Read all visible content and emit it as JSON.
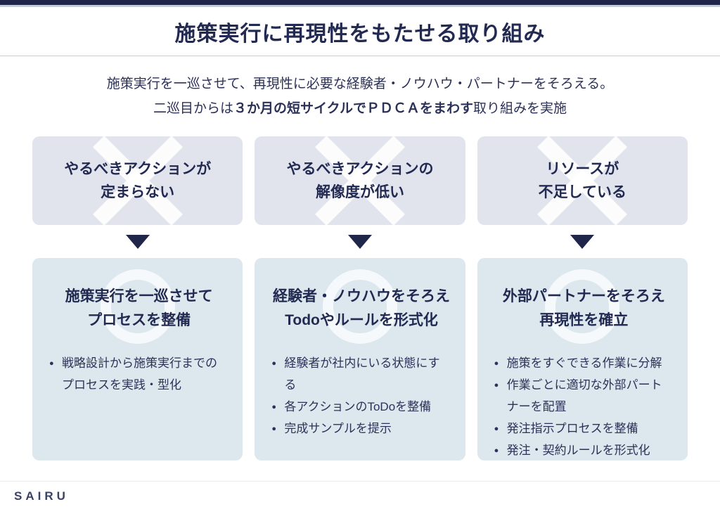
{
  "colors": {
    "navy": "#1f2649",
    "text_navy": "#232a52",
    "problem_box_bg": "#e1e4ed",
    "solution_box_bg": "#dce7ee",
    "watermark": "#ffffff",
    "topbar_border": "#c6cadd",
    "divider": "#cccccc"
  },
  "header": {
    "title": "施策実行に再現性をもたせる取り組み"
  },
  "intro": {
    "line1": "施策実行を一巡させて、再現性に必要な経験者・ノウハウ・パートナーをそろえる。",
    "line2_pre": "二巡目からは",
    "line2_bold": "３か月の短サイクルでＰＤＣＡをまわす",
    "line2_post": "取り組みを実施"
  },
  "icons": {
    "problem_mark": "x-cross",
    "solution_mark": "circle-ring",
    "arrow": "down-triangle"
  },
  "columns": [
    {
      "problem_lines": [
        "やるべきアクションが",
        "定まらない"
      ],
      "solution_lines": [
        "施策実行を一巡させて",
        "プロセスを整備"
      ],
      "bullets": [
        "戦略設計から施策実行までのプロセスを実践・型化"
      ]
    },
    {
      "problem_lines": [
        "やるべきアクションの",
        "解像度が低い"
      ],
      "solution_lines": [
        "経験者・ノウハウをそろえ",
        "Todoやルールを形式化"
      ],
      "bullets": [
        "経験者が社内にいる状態にする",
        "各アクションのToDoを整備",
        "完成サンプルを提示"
      ]
    },
    {
      "problem_lines": [
        "リソースが",
        "不足している"
      ],
      "solution_lines": [
        "外部パートナーをそろえ",
        "再現性を確立"
      ],
      "bullets": [
        "施策をすぐできる作業に分解",
        "作業ごとに適切な外部パートナーを配置",
        "発注指示プロセスを整備",
        "発注・契約ルールを形式化"
      ]
    }
  ],
  "footer": {
    "logo": "SAIRU"
  }
}
